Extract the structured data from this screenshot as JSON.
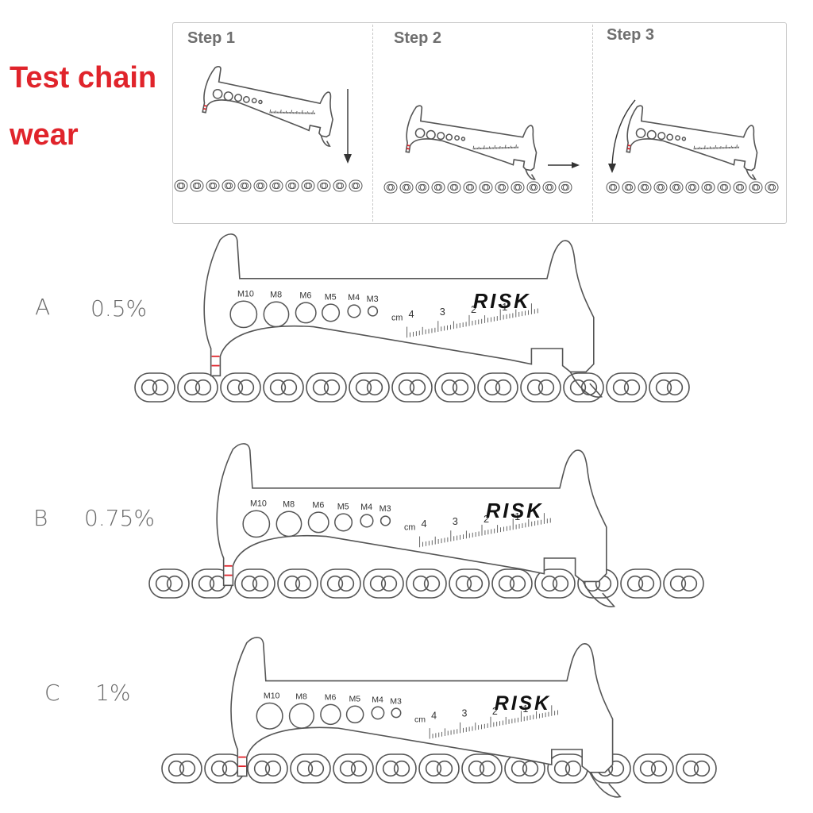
{
  "title": {
    "line1": "Test chain",
    "line2": "wear"
  },
  "steps": [
    {
      "label": "Step 1"
    },
    {
      "label": "Step 2"
    },
    {
      "label": "Step 3"
    }
  ],
  "colors": {
    "title_red": "#e0242b",
    "marker_red": "#e0242b",
    "line": "#555555"
  },
  "gauge_labels": {
    "holes": [
      "M10",
      "M8",
      "M6",
      "M5",
      "M4",
      "M3"
    ],
    "unit": "cm",
    "scale": [
      "4",
      "3",
      "2",
      "1"
    ],
    "brand": "RISK"
  },
  "variants": [
    {
      "letter": "A",
      "percent": "0.5%"
    },
    {
      "letter": "B",
      "percent": "0.75%"
    },
    {
      "letter": "C",
      "percent": "1%"
    }
  ]
}
